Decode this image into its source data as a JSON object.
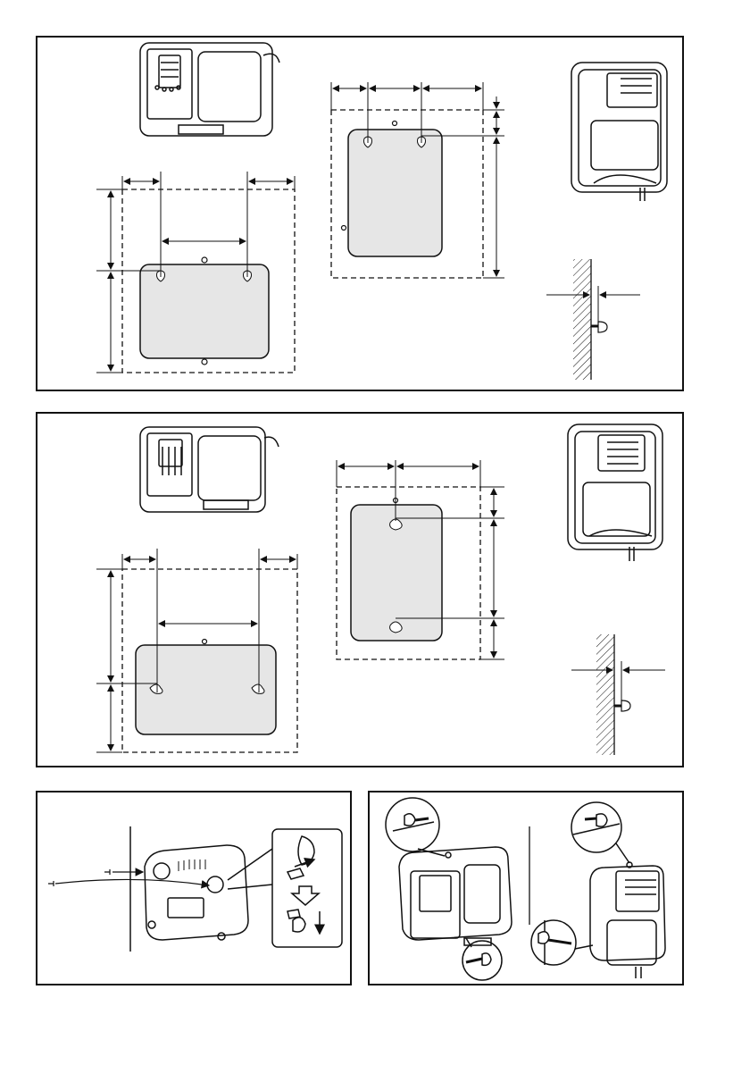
{
  "page": {
    "background": "#ffffff",
    "line_color": "#111111",
    "fill_color": "#e6e6e6"
  },
  "panels": [
    {
      "id": "horizontal-mount-panel",
      "labels": []
    },
    {
      "id": "vertical-mount-panel-alt",
      "labels": []
    },
    {
      "id": "keyhole-hanging-panel",
      "labels": []
    },
    {
      "id": "wall-screw-detail-panel",
      "labels": []
    }
  ],
  "icons": {
    "down_arrow": "down-arrow-icon",
    "screw": "screw-icon",
    "magnifier_callout": "callout-circle-icon"
  }
}
